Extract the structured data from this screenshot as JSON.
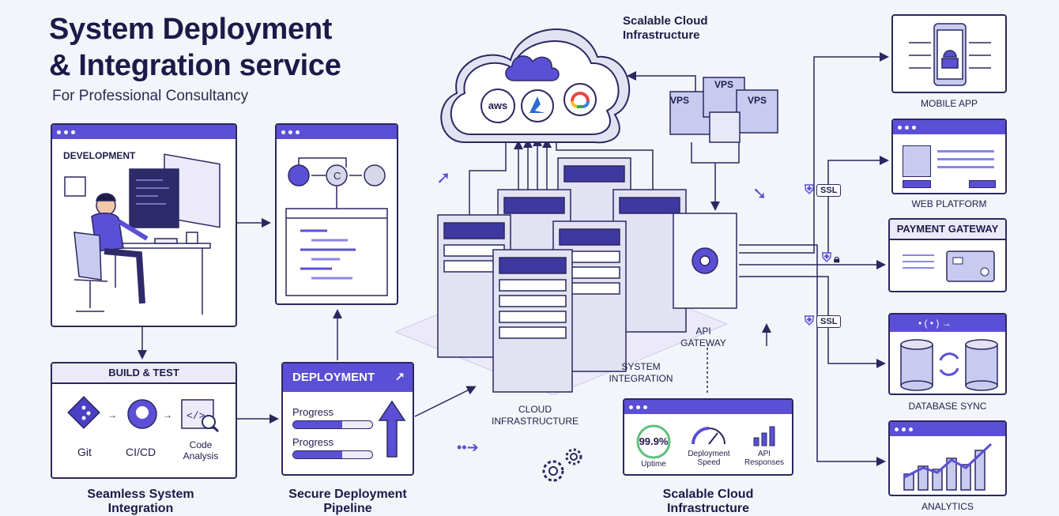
{
  "header": {
    "title_line1": "System Deployment",
    "title_line2": "& Integration service",
    "subtitle": "For Professional Consultancy"
  },
  "cloud": {
    "caption_line1": "Scalable Cloud",
    "caption_line2": "Infrastructure",
    "providers": [
      "aws",
      "azure",
      "google-cloud"
    ]
  },
  "vps": {
    "labels": [
      "VPS",
      "VPS",
      "VPS"
    ]
  },
  "development": {
    "label": "DEVELOPMENT"
  },
  "build_test": {
    "header": "BUILD & TEST",
    "items": [
      "Git",
      "CI/CD",
      "Code",
      "Analysis"
    ],
    "caption_line1": "Seamless System",
    "caption_line2": "Integration"
  },
  "deployment": {
    "header": "DEPLOYMENT",
    "progress": [
      {
        "label": "Progress",
        "value": 0.62
      },
      {
        "label": "Progress",
        "value": 0.62
      }
    ],
    "caption_line1": "Secure Deployment",
    "caption_line2": "Pipeline"
  },
  "datacenter": {
    "api_gateway_line1": "API",
    "api_gateway_line2": "GATEWAY",
    "system_integration_line1": "SYSTEM",
    "system_integration_line2": "INTEGRATION",
    "cloud_infra_line1": "CLOUD",
    "cloud_infra_line2": "INFRASTRUCTURE"
  },
  "metrics": {
    "uptime_value": "99.9%",
    "uptime_label": "Uptime",
    "speed_label_line1": "Deployment",
    "speed_label_line2": "Speed",
    "api_label_line1": "API",
    "api_label_line2": "Responses",
    "caption_line1": "Scalable Cloud",
    "caption_line2": "Infrastructure"
  },
  "right": {
    "mobile_app": "MOBILE APP",
    "web_platform": "WEB PLATFORM",
    "payment_gateway": "PAYMENT GATEWAY",
    "database_sync": "DATABASE SYNC",
    "analytics": "ANALYTICS",
    "ssl": "SSL"
  },
  "colors": {
    "accent": "#5b4fd6",
    "ink": "#2a2860",
    "light": "#eceaf8",
    "background": "#f4f5fa"
  }
}
